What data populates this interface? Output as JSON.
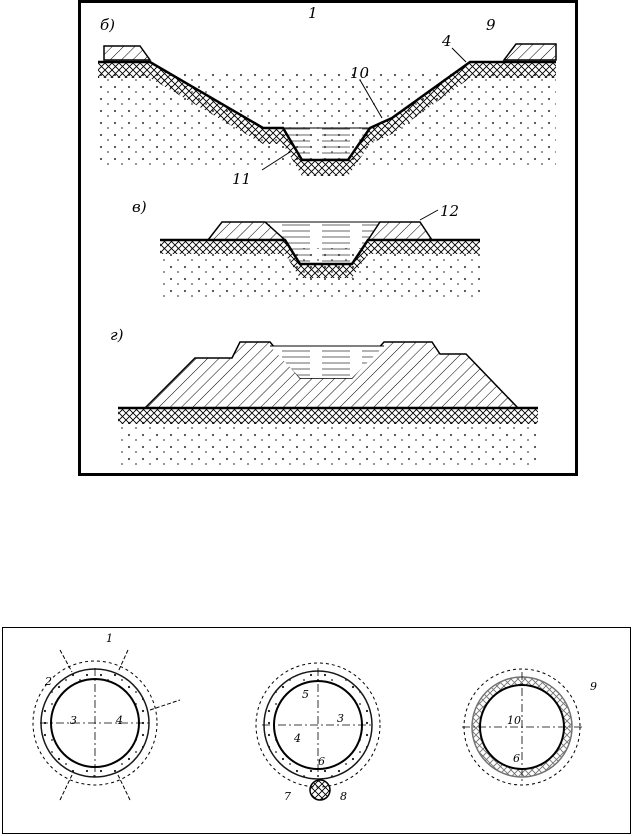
{
  "figure_top": {
    "labels": {
      "b": "б)",
      "v": "в)",
      "g": "г)",
      "n1": "1",
      "n4": "4",
      "n9": "9",
      "n10": "10",
      "n11": "11",
      "n12": "12"
    }
  },
  "figure_bottom": {
    "labels": {
      "c1_1": "1",
      "c1_2": "2",
      "c1_3": "3",
      "c1_4": "4",
      "c2_5": "5",
      "c2_3": "3",
      "c2_4": "4",
      "c2_6": "6",
      "c2_7": "7",
      "c2_8": "8",
      "c3_9": "9",
      "c3_10": "10",
      "c3_6": "6"
    }
  }
}
